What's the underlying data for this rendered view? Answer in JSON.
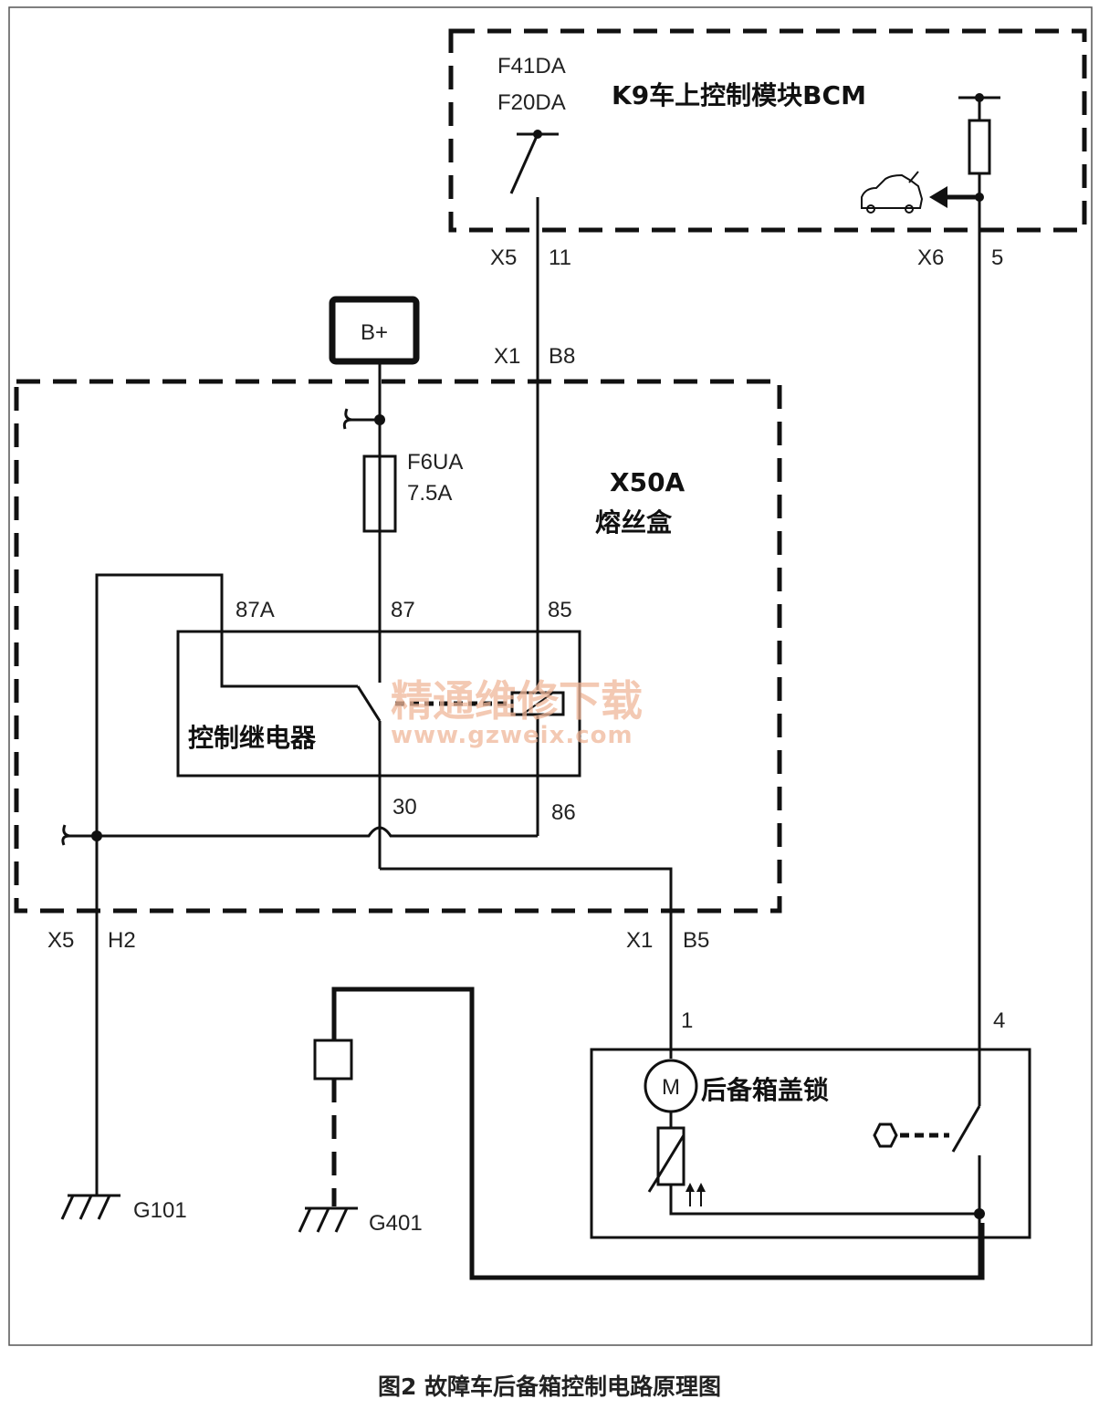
{
  "bcm": {
    "title": "K9车上控制模块BCM",
    "fuse_a": "F41DA",
    "fuse_b": "F20DA",
    "conn_x5": "X5",
    "pin_11": "11",
    "conn_x6": "X6",
    "pin_5": "5"
  },
  "power": {
    "label": "B+"
  },
  "fusebox": {
    "title": "X50A",
    "subtitle": "熔丝盒",
    "conn_x1_top": "X1",
    "pin_b8": "B8",
    "fuse_name": "F6UA",
    "fuse_rating": "7.5A",
    "conn_x5": "X5",
    "pin_h2": "H2",
    "conn_x1_bottom": "X1",
    "pin_b5": "B5"
  },
  "relay": {
    "label": "控制继电器",
    "pin_87a": "87A",
    "pin_87": "87",
    "pin_85": "85",
    "pin_30": "30",
    "pin_86": "86"
  },
  "trunk_lock": {
    "label": "后备箱盖锁",
    "pin_1": "1",
    "pin_4": "4",
    "motor": "M"
  },
  "grounds": {
    "g101": "G101",
    "g401": "G401"
  },
  "watermark": {
    "line1": "精通维修下载",
    "line2": "www.gzweix.com"
  },
  "caption": "图2 故障车后备箱控制电路原理图"
}
